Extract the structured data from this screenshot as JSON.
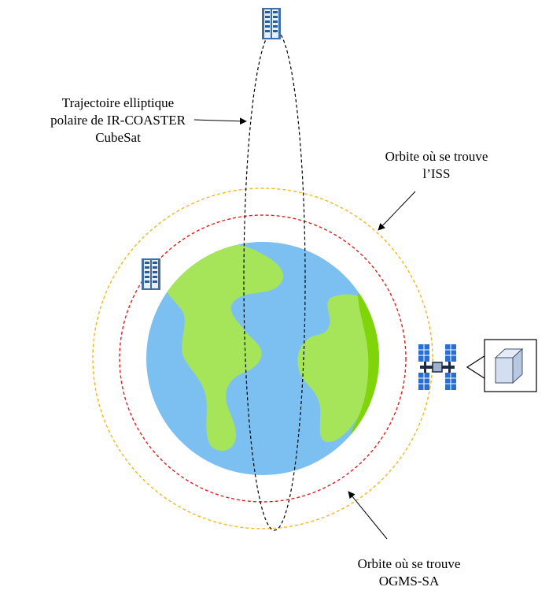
{
  "labels": {
    "trajectory": [
      "Trajectoire elliptique",
      "polaire de IR-COASTER",
      "CubeSat"
    ],
    "iss_orbit": [
      "Orbite où se trouve",
      "l’ISS"
    ],
    "ogms_orbit": [
      "Orbite où se trouve",
      "OGMS-SA"
    ]
  },
  "colors": {
    "ocean": "#7cc0f2",
    "ocean_edge": "#5aaee8",
    "land": "#a6e45a",
    "land_dark": "#7fd40a",
    "iss_orbit": "#f2b81c",
    "ogms_orbit": "#e0201e",
    "trajectory": "#000000",
    "satellite_blue": "#2a6fd0"
  },
  "icons": [
    "cubesat-icon",
    "space-station-icon",
    "cube-icon",
    "earth-icon"
  ]
}
